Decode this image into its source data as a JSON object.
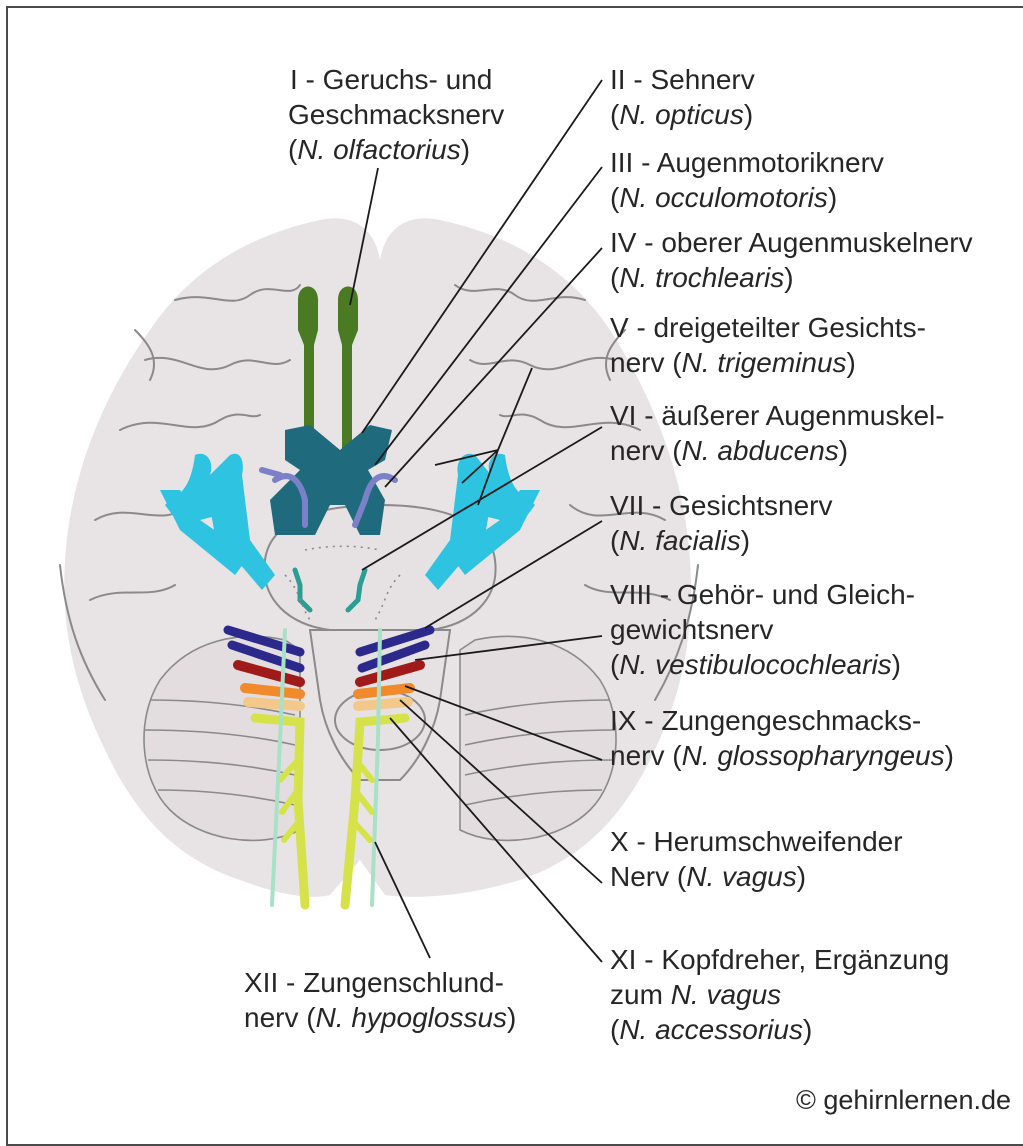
{
  "labels": {
    "n1": {
      "l1": "I - Geruchs- und",
      "l2": "Geschmacksnerv",
      "l3a": "(",
      "l3b": "N. olfactorius",
      "l3c": ")"
    },
    "n2": {
      "l1": "II - Sehnerv",
      "l2a": "(",
      "l2b": "N. opticus",
      "l2c": ")"
    },
    "n3": {
      "l1": "III - Augenmotoriknerv",
      "l2a": "(",
      "l2b": "N. occulomotoris",
      "l2c": ")"
    },
    "n4": {
      "l1": "IV - oberer Augenmuskelnerv",
      "l2a": "(",
      "l2b": "N. trochlearis",
      "l2c": ")"
    },
    "n5": {
      "l1": "V - dreigeteilter Gesichts-",
      "l2a": "nerv (",
      "l2b": "N. trigeminus",
      "l2c": ")"
    },
    "n6": {
      "l1": "VI - äußerer Augenmuskel-",
      "l2a": "nerv (",
      "l2b": "N. abducens",
      "l2c": ")"
    },
    "n7": {
      "l1": "VII - Gesichtsnerv",
      "l2a": "(",
      "l2b": "N. facialis",
      "l2c": ")"
    },
    "n8": {
      "l1": "VIII - Gehör- und Gleich-",
      "l2": "gewichtsnerv",
      "l3a": "(",
      "l3b": "N. vestibulocochlearis",
      "l3c": ")"
    },
    "n9": {
      "l1": "IX - Zungengeschmacks-",
      "l2a": "nerv (",
      "l2b": "N. glossopharyngeus",
      "l2c": ")"
    },
    "n10": {
      "l1": "X - Herumschweifender",
      "l2a": "Nerv (",
      "l2b": "N. vagus",
      "l2c": ")"
    },
    "n11": {
      "l1": "XI - Kopfdreher, Ergänzung",
      "l2a": "zum ",
      "l2b": "N. vagus",
      "l3a": "(",
      "l3b": "N. accessorius",
      "l3c": ")"
    },
    "n12": {
      "l1": "XII - Zungenschlund-",
      "l2a": "nerv (",
      "l2b": "N. hypoglossus",
      "l2c": ")"
    }
  },
  "credit": "© gehirnlernen.de",
  "colors": {
    "brain_fill": "#e8e3e5",
    "brain_outline": "#8a8a8a",
    "olfactory": "#4a7a22",
    "optic": "#1f6a7d",
    "oculomotor": "#7b80c8",
    "trigeminal": "#2ec3e0",
    "abducens_facial": "#2a9e94",
    "vestibulocochlear_a": "#2b2a8c",
    "vestibulocochlear_b": "#a11a1a",
    "glossopharyngeal": "#f08a2a",
    "vagus": "#f2c98a",
    "accessory_hypoglossal": "#d6e24a",
    "accessory_light": "#a8e0c8",
    "leader_lines": "#1a1a1a"
  }
}
